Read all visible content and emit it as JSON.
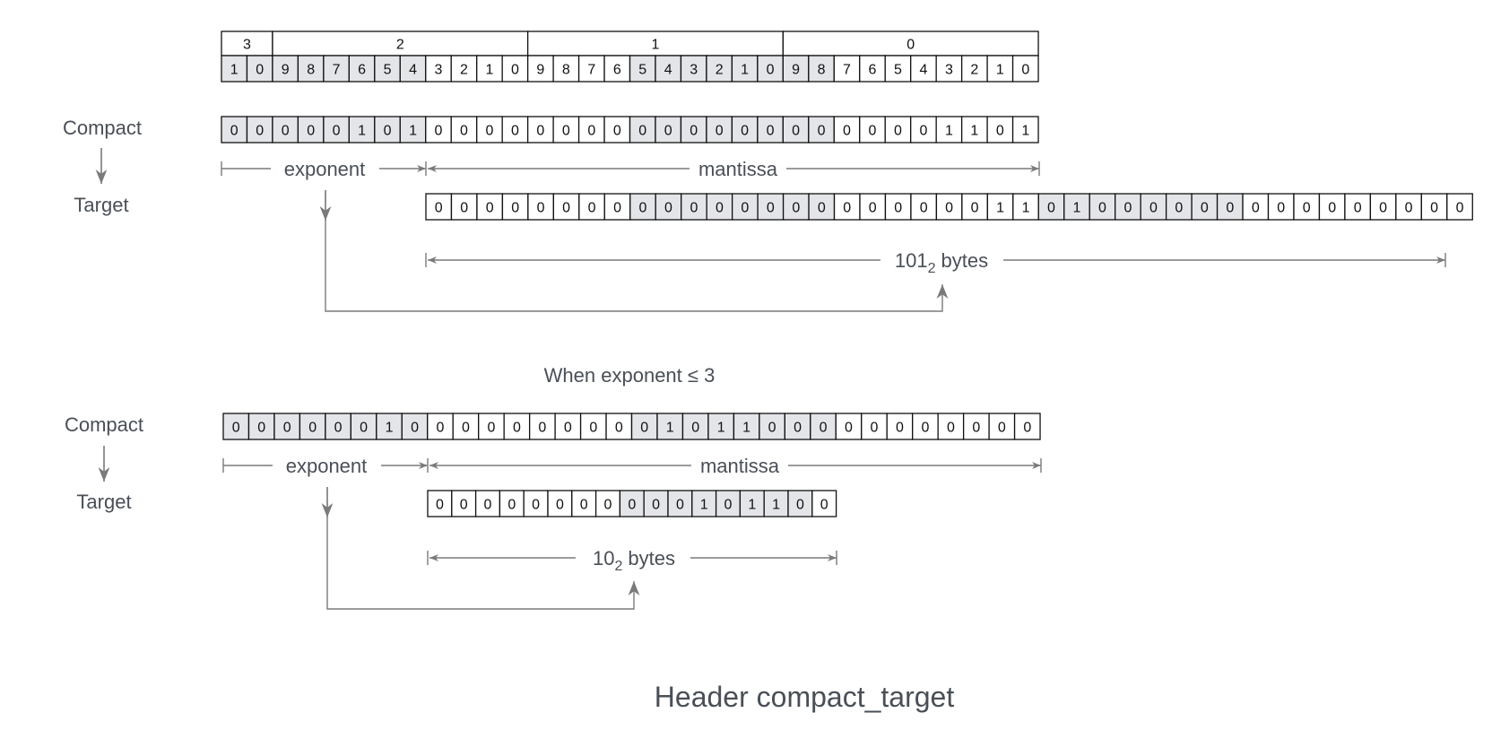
{
  "header_row": {
    "byte_labels": [
      "3",
      "2",
      "1",
      "0"
    ],
    "bit_labels": [
      "1",
      "0",
      "9",
      "8",
      "7",
      "6",
      "5",
      "4",
      "3",
      "2",
      "1",
      "0",
      "9",
      "8",
      "7",
      "6",
      "5",
      "4",
      "3",
      "2",
      "1",
      "0",
      "9",
      "8",
      "7",
      "6",
      "5",
      "4",
      "3",
      "2",
      "1",
      "0"
    ]
  },
  "example1": {
    "compact_label": "Compact",
    "target_label": "Target",
    "compact_bits": [
      "0",
      "0",
      "0",
      "0",
      "0",
      "1",
      "0",
      "1",
      "0",
      "0",
      "0",
      "0",
      "0",
      "0",
      "0",
      "0",
      "0",
      "0",
      "0",
      "0",
      "0",
      "0",
      "0",
      "0",
      "0",
      "0",
      "0",
      "0",
      "1",
      "1",
      "0",
      "1"
    ],
    "exponent_label": "exponent",
    "mantissa_label": "mantissa",
    "target_bits": [
      "0",
      "0",
      "0",
      "0",
      "0",
      "0",
      "0",
      "0",
      "0",
      "0",
      "0",
      "0",
      "0",
      "0",
      "0",
      "0",
      "0",
      "0",
      "0",
      "0",
      "0",
      "0",
      "1",
      "1",
      "0",
      "1",
      "0",
      "0",
      "0",
      "0",
      "0",
      "0",
      "0",
      "0",
      "0",
      "0",
      "0",
      "0",
      "0",
      "0",
      "0"
    ],
    "bytes_label_main": "101",
    "bytes_label_sub": "2",
    "bytes_label_unit": "bytes"
  },
  "condition_label": "When exponent ≤ 3",
  "example2": {
    "compact_label": "Compact",
    "target_label": "Target",
    "compact_bits": [
      "0",
      "0",
      "0",
      "0",
      "0",
      "0",
      "1",
      "0",
      "0",
      "0",
      "0",
      "0",
      "0",
      "0",
      "0",
      "0",
      "0",
      "1",
      "0",
      "1",
      "1",
      "0",
      "0",
      "0",
      "0",
      "0",
      "0",
      "0",
      "0",
      "0",
      "0",
      "0"
    ],
    "exponent_label": "exponent",
    "mantissa_label": "mantissa",
    "target_bits": [
      "0",
      "0",
      "0",
      "0",
      "0",
      "0",
      "0",
      "0",
      "0",
      "0",
      "0",
      "1",
      "0",
      "1",
      "1",
      "0",
      "0"
    ],
    "bytes_label_main": "10",
    "bytes_label_sub": "2",
    "bytes_label_unit": "bytes"
  },
  "title": "Header compact_target",
  "colors": {
    "cell_shaded": "#e3e5e9",
    "cell_plain": "#ffffff",
    "cell_border": "#111111",
    "annotation": "#7a7a7a",
    "label_text": "#4a4f57",
    "title_text": "#4a4f57"
  }
}
